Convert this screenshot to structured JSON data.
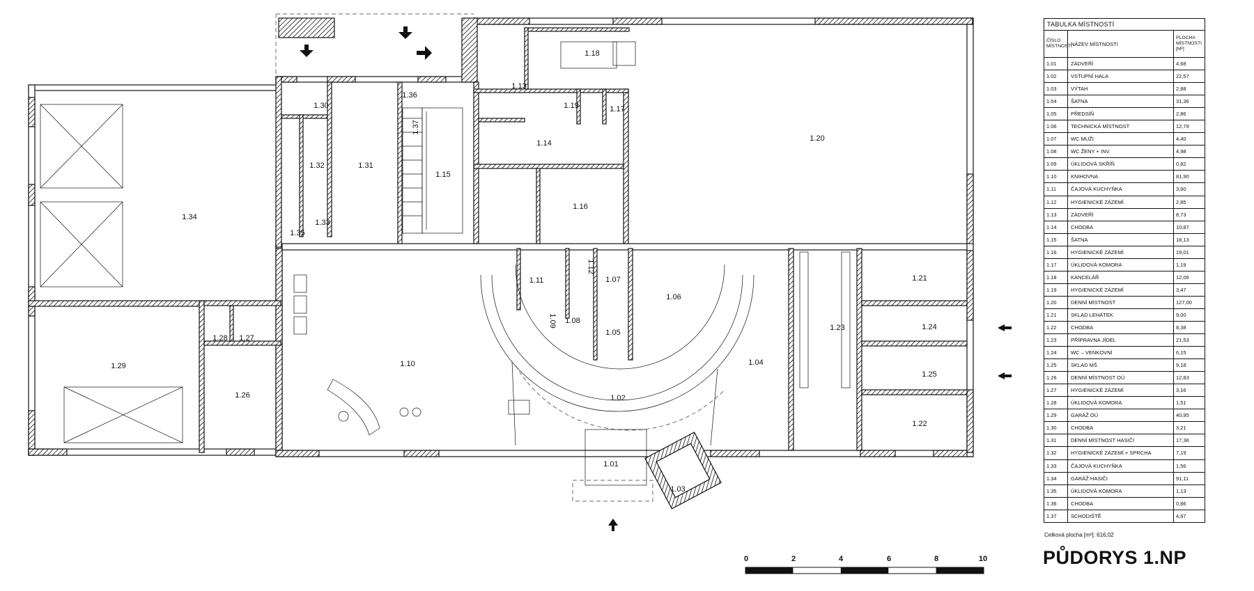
{
  "title": "PŮDORYS 1.NP",
  "table": {
    "title": "TABULKA MÍSTNOSTÍ",
    "col_number": "ČÍSLO MÍSTNOSTI",
    "col_name": "NÁZEV MÍSTNOSTI",
    "col_area": "PLOCHA MÍSTNOSTI [m²]",
    "rows": [
      {
        "number": "1.01",
        "name": "ZÁDVEŘÍ",
        "area": "4,68"
      },
      {
        "number": "1.02",
        "name": "VSTUPNÍ HALA",
        "area": "22,57"
      },
      {
        "number": "1.03",
        "name": "VÝTAH",
        "area": "2,88"
      },
      {
        "number": "1.04",
        "name": "ŠATNA",
        "area": "31,36"
      },
      {
        "number": "1.05",
        "name": "PŘEDSÍŇ",
        "area": "2,86"
      },
      {
        "number": "1.06",
        "name": "TECHNICKÁ MÍSTNOST",
        "area": "12,79"
      },
      {
        "number": "1.07",
        "name": "WC MUŽI",
        "area": "4,40"
      },
      {
        "number": "1.08",
        "name": "WC ŽENY + INV.",
        "area": "4,98"
      },
      {
        "number": "1.09",
        "name": "ÚKLIDOVÁ SKŘÍŇ",
        "area": "0,82"
      },
      {
        "number": "1.10",
        "name": "KNIHOVNA",
        "area": "81,90"
      },
      {
        "number": "1.11",
        "name": "ČAJOVÁ KUCHYŇKA",
        "area": "3,60"
      },
      {
        "number": "1.12",
        "name": "HYGIENICKÉ ZÁZEMÍ",
        "area": "2,85"
      },
      {
        "number": "1.13",
        "name": "ZÁDVEŘÍ",
        "area": "8,73"
      },
      {
        "number": "1.14",
        "name": "CHODBA",
        "area": "10,87"
      },
      {
        "number": "1.15",
        "name": "ŠATNA",
        "area": "18,13"
      },
      {
        "number": "1.16",
        "name": "HYGIENICKÉ ZÁZEMÍ",
        "area": "19,01"
      },
      {
        "number": "1.17",
        "name": "ÚKLIDOVÁ KOMORA",
        "area": "1,19"
      },
      {
        "number": "1.18",
        "name": "KANCELÁŘ",
        "area": "12,06"
      },
      {
        "number": "1.19",
        "name": "HYGIENICKÉ ZÁZEMÍ",
        "area": "3,47"
      },
      {
        "number": "1.20",
        "name": "DENNÍ MÍSTNOST",
        "area": "127,00"
      },
      {
        "number": "1.21",
        "name": "SKLAD LEHÁTEK",
        "area": "9,00"
      },
      {
        "number": "1.22",
        "name": "CHODBA",
        "area": "8,38"
      },
      {
        "number": "1.23",
        "name": "PŘÍPRAVNA JÍDEL",
        "area": "21,53"
      },
      {
        "number": "1.24",
        "name": "WC – VENKOVNÍ",
        "area": "6,15"
      },
      {
        "number": "1.25",
        "name": "SKLAD MŠ",
        "area": "9,18"
      },
      {
        "number": "1.26",
        "name": "DENNÍ MÍSTNOST OÚ",
        "area": "12,83"
      },
      {
        "number": "1.27",
        "name": "HYGIENICKÉ ZÁZEMÍ",
        "area": "3,16"
      },
      {
        "number": "1.28",
        "name": "ÚKLIDOVÁ KOMORA",
        "area": "1,51"
      },
      {
        "number": "1.29",
        "name": "GARÁŽ OÚ",
        "area": "40,95"
      },
      {
        "number": "1.30",
        "name": "CHODBA",
        "area": "3,21"
      },
      {
        "number": "1.31",
        "name": "DENNÍ MÍSTNOST HASIČI",
        "area": "17,36"
      },
      {
        "number": "1.32",
        "name": "HYGIENICKÉ ZÁZEMÍ + SPRCHA",
        "area": "7,19"
      },
      {
        "number": "1.33",
        "name": "ČAJOVÁ KUCHYŇKA",
        "area": "1,56"
      },
      {
        "number": "1.34",
        "name": "GARÁŽ HASIČI",
        "area": "91,11"
      },
      {
        "number": "1.35",
        "name": "ÚKLIDOVÁ KOMORA",
        "area": "1,13"
      },
      {
        "number": "1.36",
        "name": "CHODBA",
        "area": "0,86"
      },
      {
        "number": "1.37",
        "name": "SCHODIŠTĚ",
        "area": "4,67"
      }
    ],
    "total": "Celková plocha [m²]: 616,02"
  },
  "scale": {
    "ticks": [
      "0",
      "2",
      "4",
      "6",
      "8",
      "10"
    ]
  },
  "rooms": [
    {
      "id": "1.01"
    },
    {
      "id": "1.02"
    },
    {
      "id": "1.03"
    },
    {
      "id": "1.04"
    },
    {
      "id": "1.05"
    },
    {
      "id": "1.06"
    },
    {
      "id": "1.07"
    },
    {
      "id": "1.08"
    },
    {
      "id": "1.09"
    },
    {
      "id": "1.10"
    },
    {
      "id": "1.11"
    },
    {
      "id": "1.12"
    },
    {
      "id": "1.13"
    },
    {
      "id": "1.14"
    },
    {
      "id": "1.15"
    },
    {
      "id": "1.16"
    },
    {
      "id": "1.17"
    },
    {
      "id": "1.18"
    },
    {
      "id": "1.19"
    },
    {
      "id": "1.20"
    },
    {
      "id": "1.21"
    },
    {
      "id": "1.22"
    },
    {
      "id": "1.23"
    },
    {
      "id": "1.24"
    },
    {
      "id": "1.25"
    },
    {
      "id": "1.26"
    },
    {
      "id": "1.27"
    },
    {
      "id": "1.28"
    },
    {
      "id": "1.29"
    },
    {
      "id": "1.30"
    },
    {
      "id": "1.31"
    },
    {
      "id": "1.32"
    },
    {
      "id": "1.33"
    },
    {
      "id": "1.34"
    },
    {
      "id": "1.35"
    },
    {
      "id": "1.36"
    },
    {
      "id": "1.37"
    }
  ]
}
